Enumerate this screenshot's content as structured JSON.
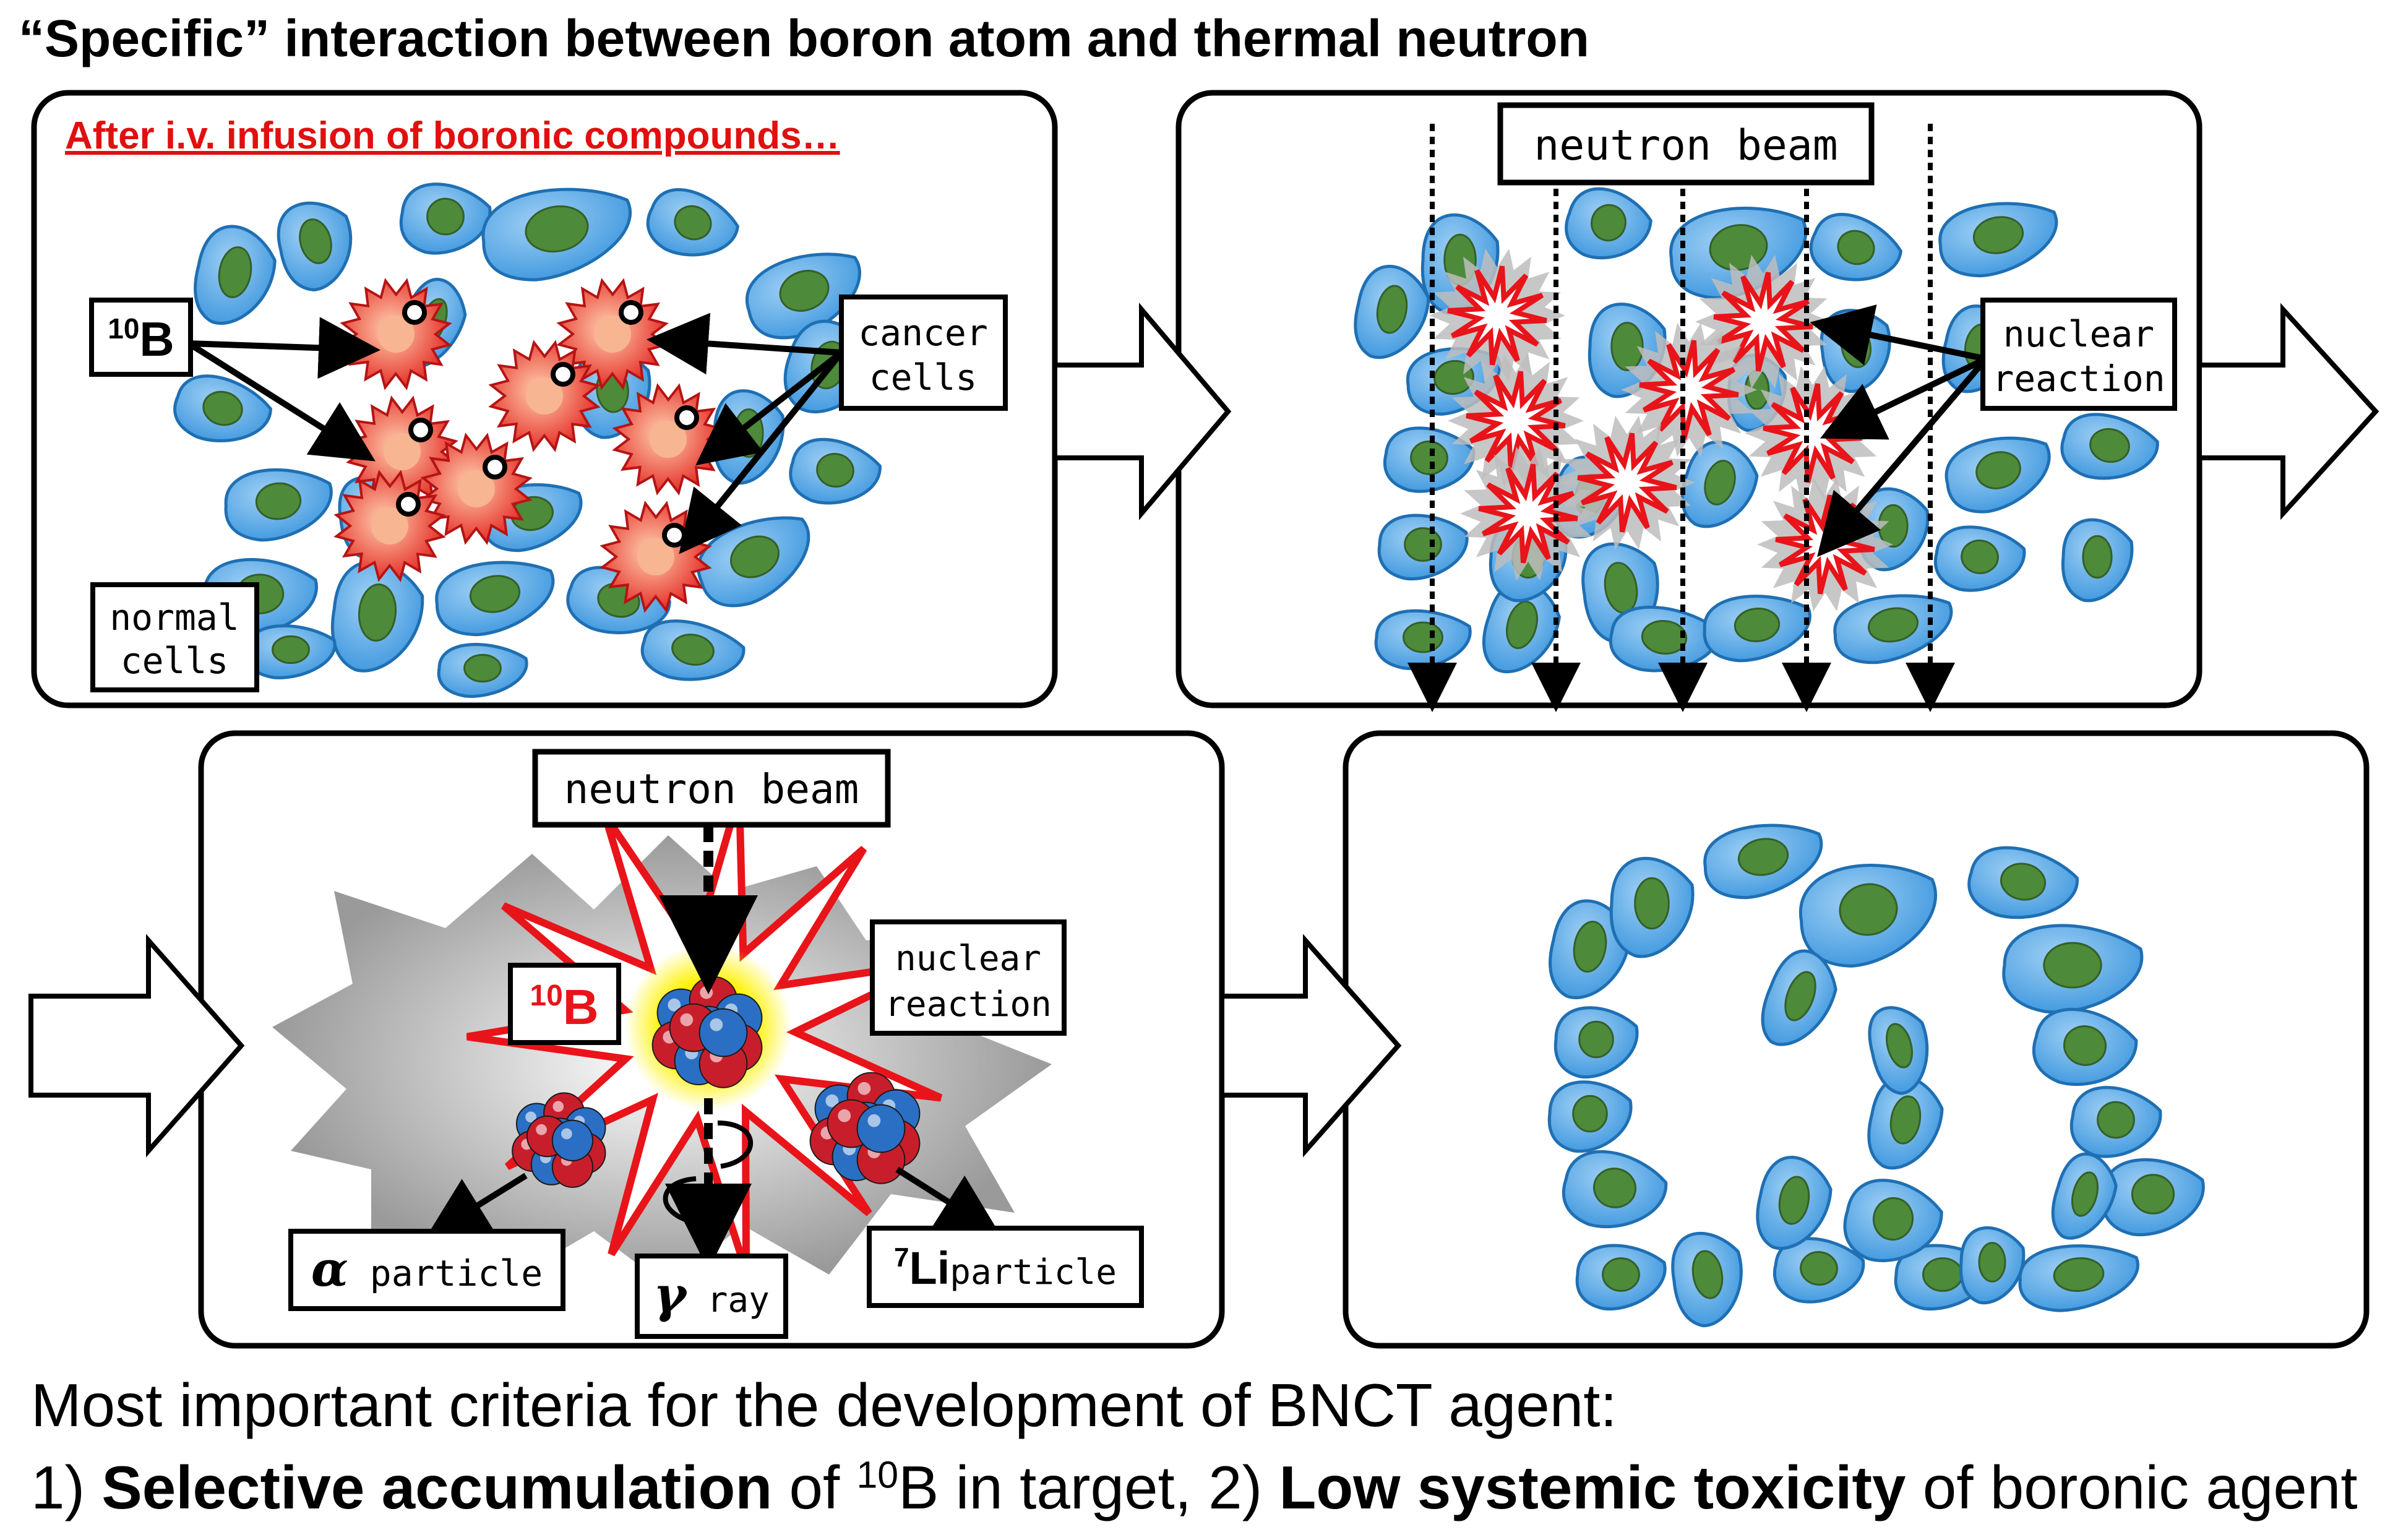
{
  "title": "“Specific” interaction between boron atom and thermal neutron",
  "panel1": {
    "caption": "After i.v. infusion of boronic compounds…",
    "isotope_sup": "10",
    "isotope_symbol": "B",
    "cancer_line1": "cancer",
    "cancer_line2": "cells",
    "normal_line1": "normal",
    "normal_line2": "cells"
  },
  "panel2": {
    "beam_label": "neutron beam",
    "reaction_line1": "nuclear",
    "reaction_line2": "reaction"
  },
  "panel3": {
    "beam_label": "neutron beam",
    "reaction_line1": "nuclear",
    "reaction_line2": "reaction",
    "boron_sup": "10",
    "boron_symbol": "B",
    "alpha_symbol": "α",
    "alpha_text": "particle",
    "gamma_symbol": "γ",
    "gamma_text": "ray",
    "li_sup": "7",
    "li_symbol": "Li",
    "li_text": "particle"
  },
  "footer": {
    "line1": "Most important criteria for the development of BNCT agent:",
    "p1": "1) ",
    "bold1": "Selective accumulation",
    "p2": " of ",
    "sup": "10",
    "p3": "B in target, 2) ",
    "bold2": "Low systemic toxicity",
    "p4": " of boronic agent"
  },
  "colors": {
    "cell_fill": "#4aa3e6",
    "cell_stroke": "#1f6fb3",
    "nucleus": "#4d8a3a",
    "cancer_fill": "#e62b2b",
    "caption_red": "#e01010",
    "reaction_red": "#e8141a",
    "neutron_blue": "#2a6fc4",
    "proton_red": "#c81e2c",
    "glow_yellow": "#fff200"
  }
}
